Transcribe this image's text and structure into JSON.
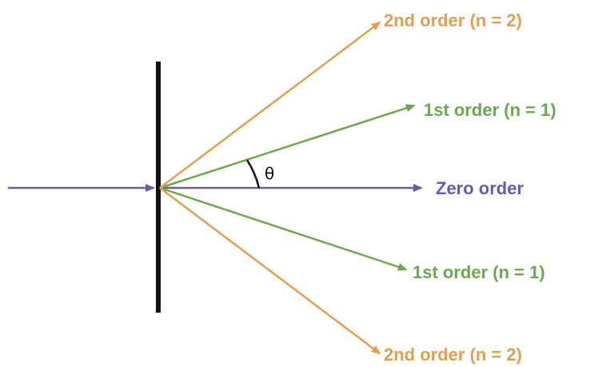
{
  "labels": {
    "second_order_top": "2nd order (n = 2)",
    "first_order_top": "1st order (n = 1)",
    "zero_order": "Zero order",
    "first_order_bottom": "1st order (n = 1)",
    "second_order_bottom": "2nd order (n = 2)",
    "angle": "θ"
  },
  "colors": {
    "incident": "#6a5aad",
    "zero_order": "#6a5aad",
    "first_order": "#6ea84e",
    "second_order": "#e0a050",
    "grating": "#111111"
  }
}
